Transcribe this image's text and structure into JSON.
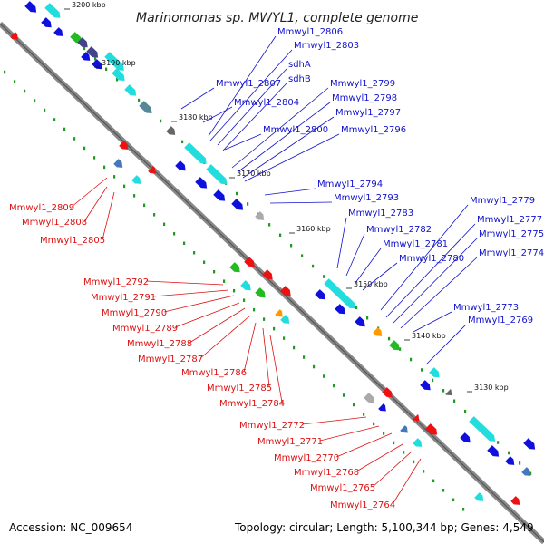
{
  "title": "Marinomonas sp. MWYL1, complete genome",
  "footer": {
    "accession": "Accession: NC_009654",
    "topology": "Topology: circular; Length: 5,100,344 bp; Genes: 4,549"
  },
  "colors": {
    "forward_label": "#1111cc",
    "reverse_label": "#dd1111",
    "gene_blue": "#1010dd",
    "gene_cyan": "#22dddd",
    "gene_green": "#22bb22",
    "gene_red": "#ee1111",
    "gene_orange": "#ff9900",
    "gene_gray": "#aaaaaa",
    "gene_steel": "#4477bb",
    "gc_dots": "#229922",
    "backbone": "#888888"
  },
  "ticks": [
    {
      "label": "3200 kbp"
    },
    {
      "label": "3190 kbp"
    },
    {
      "label": "3180 kbp"
    },
    {
      "label": "3170 kbp"
    },
    {
      "label": "3160 kbp"
    },
    {
      "label": "3150 kbp"
    },
    {
      "label": "3140 kbp"
    },
    {
      "label": "3130 kbp"
    }
  ],
  "forward_labels": [
    "Mmwyl1_2806",
    "Mmwyl1_2803",
    "sdhA",
    "sdhB",
    "Mmwyl1_2807",
    "Mmwyl1_2804",
    "Mmwyl1_2799",
    "Mmwyl1_2798",
    "Mmwyl1_2797",
    "Mmwyl1_2800",
    "Mmwyl1_2796",
    "Mmwyl1_2794",
    "Mmwyl1_2793",
    "Mmwyl1_2783",
    "Mmwyl1_2782",
    "Mmwyl1_2781",
    "Mmwyl1_2780",
    "Mmwyl1_2779",
    "Mmwyl1_2777",
    "Mmwyl1_2775",
    "Mmwyl1_2774",
    "Mmwyl1_2773",
    "Mmwyl1_2769"
  ],
  "reverse_labels": [
    "Mmwyl1_2809",
    "Mmwyl1_2808",
    "Mmwyl1_2805",
    "Mmwyl1_2792",
    "Mmwyl1_2791",
    "Mmwyl1_2790",
    "Mmwyl1_2789",
    "Mmwyl1_2788",
    "Mmwyl1_2787",
    "Mmwyl1_2786",
    "Mmwyl1_2785",
    "Mmwyl1_2784",
    "Mmwyl1_2772",
    "Mmwyl1_2771",
    "Mmwyl1_2770",
    "Mmwyl1_2768",
    "Mmwyl1_2765",
    "Mmwyl1_2764"
  ]
}
